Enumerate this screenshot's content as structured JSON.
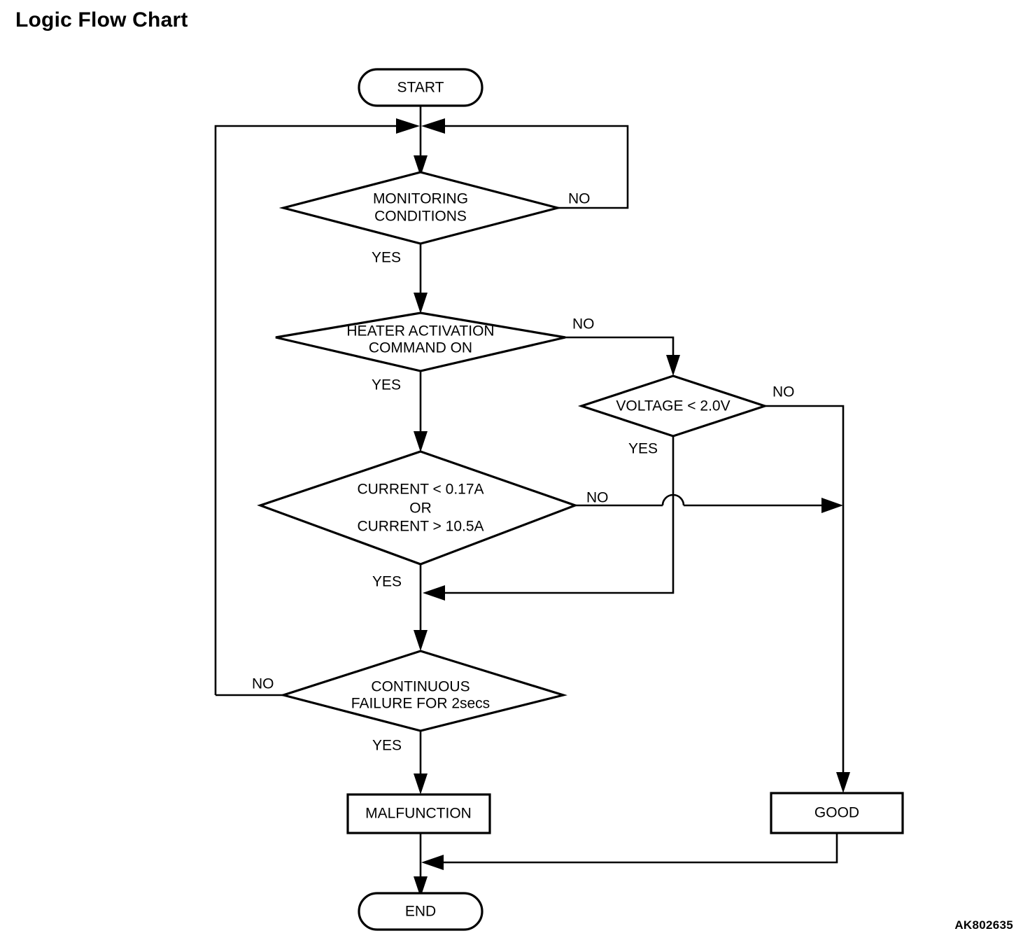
{
  "page": {
    "title": "Logic Flow Chart",
    "reference_code": "AK802635"
  },
  "chart_data": {
    "type": "diagram",
    "diagram_kind": "flowchart",
    "title": "Logic Flow Chart",
    "nodes": [
      {
        "id": "start",
        "shape": "terminator",
        "label": "START"
      },
      {
        "id": "monitor",
        "shape": "decision",
        "label_line1": "MONITORING",
        "label_line2": "CONDITIONS"
      },
      {
        "id": "heater",
        "shape": "decision",
        "label_line1": "HEATER ACTIVATION",
        "label_line2": "COMMAND ON"
      },
      {
        "id": "voltage",
        "shape": "decision",
        "label_line1": "VOLTAGE < 2.0V"
      },
      {
        "id": "current",
        "shape": "decision",
        "label_line1": "CURRENT < 0.17A",
        "label_line2": "OR",
        "label_line3": "CURRENT > 10.5A"
      },
      {
        "id": "continuous",
        "shape": "decision",
        "label_line1": "CONTINUOUS",
        "label_line2": "FAILURE FOR 2secs"
      },
      {
        "id": "malfunction",
        "shape": "process",
        "label": "MALFUNCTION"
      },
      {
        "id": "good",
        "shape": "process",
        "label": "GOOD"
      },
      {
        "id": "end",
        "shape": "terminator",
        "label": "END"
      }
    ],
    "edges": [
      {
        "from": "start",
        "to": "monitor",
        "label": ""
      },
      {
        "from": "monitor",
        "to": "monitor",
        "label": "NO",
        "note": "loops back above monitor"
      },
      {
        "from": "monitor",
        "to": "heater",
        "label": "YES"
      },
      {
        "from": "heater",
        "to": "voltage",
        "label": "NO"
      },
      {
        "from": "heater",
        "to": "current",
        "label": "YES"
      },
      {
        "from": "voltage",
        "to": "current-yes",
        "label": "YES",
        "note": "joins the CURRENT YES branch"
      },
      {
        "from": "voltage",
        "to": "good",
        "label": "NO"
      },
      {
        "from": "current",
        "to": "good",
        "label": "NO",
        "note": "crosses the VOLTAGE YES line with a line hop"
      },
      {
        "from": "current",
        "to": "continuous",
        "label": "YES"
      },
      {
        "from": "continuous",
        "to": "monitor",
        "label": "NO",
        "note": "loops back above monitor"
      },
      {
        "from": "continuous",
        "to": "malfunction",
        "label": "YES"
      },
      {
        "from": "malfunction",
        "to": "end",
        "label": ""
      },
      {
        "from": "good",
        "to": "end",
        "label": ""
      }
    ],
    "edge_labels": {
      "monitor_no": "NO",
      "monitor_yes": "YES",
      "heater_no": "NO",
      "heater_yes": "YES",
      "voltage_no": "NO",
      "voltage_yes": "YES",
      "current_no": "NO",
      "current_yes": "YES",
      "continuous_no": "NO",
      "continuous_yes": "YES"
    },
    "colors": {
      "stroke": "#000000",
      "fill": "#ffffff",
      "text": "#000000"
    }
  }
}
